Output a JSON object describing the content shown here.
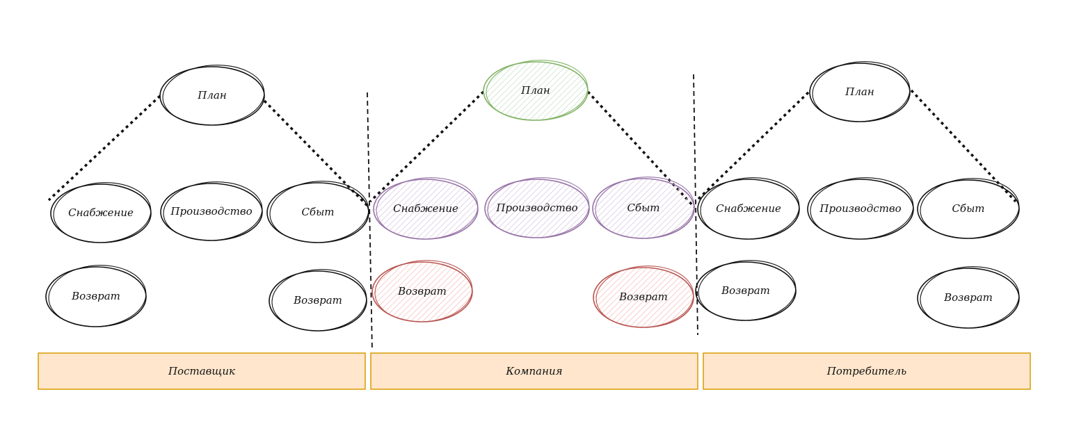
{
  "colors": {
    "default_stroke": "#111111",
    "plan_company": {
      "stroke": "#82b366",
      "fill": "#d5e8d4"
    },
    "process_company": {
      "stroke": "#9673a6",
      "fill": "#e1d5e7"
    },
    "return_company": {
      "stroke": "#b85450",
      "fill": "#f8cecc"
    },
    "lane_fill": "#ffe6cc",
    "lane_stroke": "#d79b00"
  },
  "columns": [
    {
      "lane_label": "Поставщик",
      "nodes": [
        {
          "label": "План",
          "style": "default"
        },
        {
          "label": "Снабжение",
          "style": "default"
        },
        {
          "label": "Производство",
          "style": "default"
        },
        {
          "label": "Сбыт",
          "style": "default"
        },
        {
          "label": "Возврат",
          "style": "default"
        },
        {
          "label": "Возврат",
          "style": "default"
        }
      ]
    },
    {
      "lane_label": "Компания",
      "nodes": [
        {
          "label": "План",
          "style": "plan_company"
        },
        {
          "label": "Снабжение",
          "style": "process_company"
        },
        {
          "label": "Производство",
          "style": "process_company"
        },
        {
          "label": "Сбыт",
          "style": "process_company"
        },
        {
          "label": "Возврат",
          "style": "return_company"
        },
        {
          "label": "Возврат",
          "style": "return_company"
        }
      ]
    },
    {
      "lane_label": "Потребитель",
      "nodes": [
        {
          "label": "План",
          "style": "default"
        },
        {
          "label": "Снабжение",
          "style": "default"
        },
        {
          "label": "Производство",
          "style": "default"
        },
        {
          "label": "Сбыт",
          "style": "default"
        },
        {
          "label": "Возврат",
          "style": "default"
        },
        {
          "label": "Возврат",
          "style": "default"
        }
      ]
    }
  ]
}
